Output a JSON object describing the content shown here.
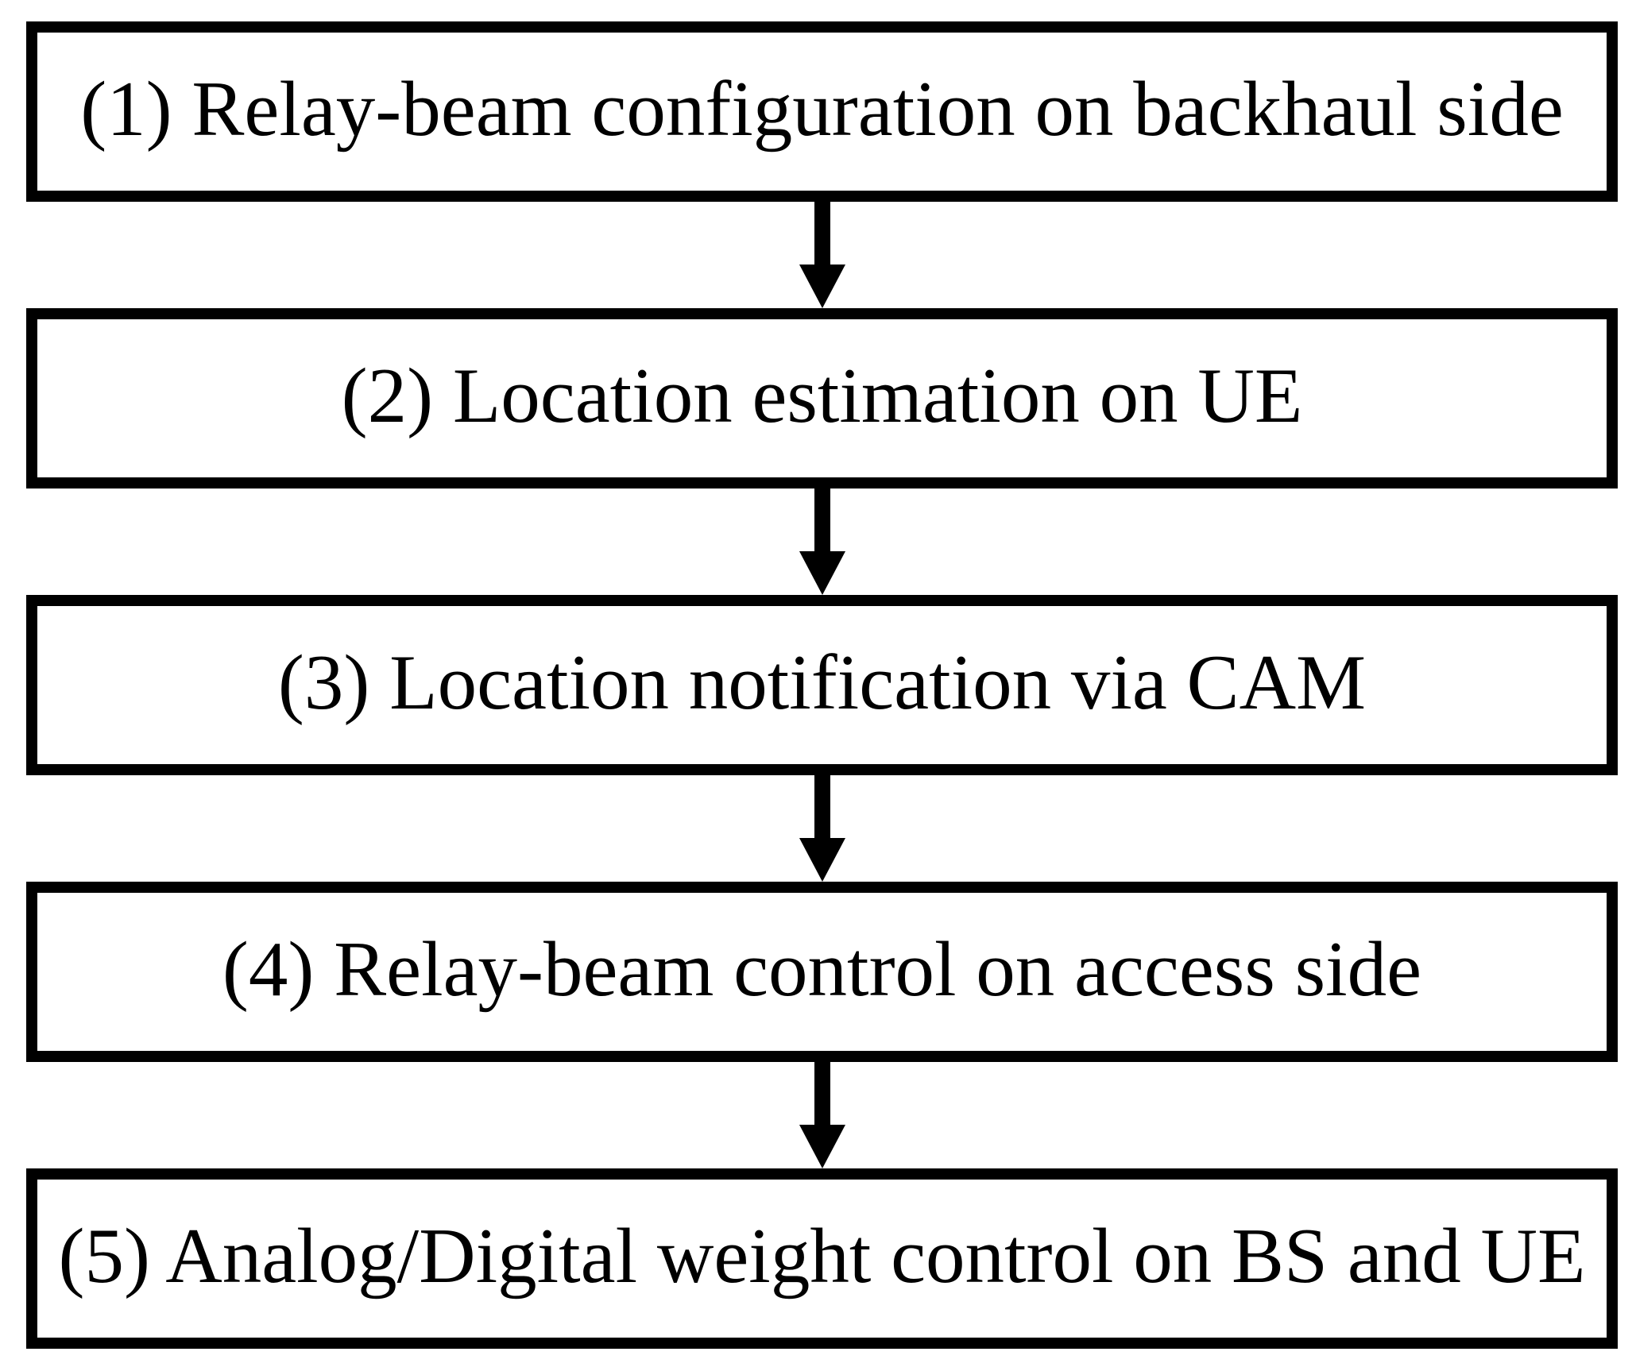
{
  "diagram": {
    "type": "flowchart",
    "direction": "top-down",
    "background_color": "#ffffff",
    "box_border_color": "#000000",
    "text_color": "#000000",
    "arrow_color": "#000000",
    "steps": [
      {
        "label": "(1) Relay-beam configuration on backhaul side"
      },
      {
        "label": "(2) Location estimation on UE"
      },
      {
        "label": "(3) Location notification via CAM"
      },
      {
        "label": "(4) Relay-beam control on access side"
      },
      {
        "label": "(5) Analog/Digital weight control on BS and UE"
      }
    ]
  }
}
